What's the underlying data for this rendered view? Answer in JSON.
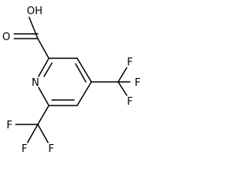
{
  "molecule": {
    "atoms": {
      "hydroxyl_o": "OH",
      "carbonyl_o": "O",
      "ring_n": "N",
      "cf3_top_f1": "F",
      "cf3_top_f2": "F",
      "cf3_top_f3": "F",
      "cf3_bottom_f1": "F",
      "cf3_bottom_f2": "F",
      "cf3_bottom_f3": "F"
    }
  }
}
